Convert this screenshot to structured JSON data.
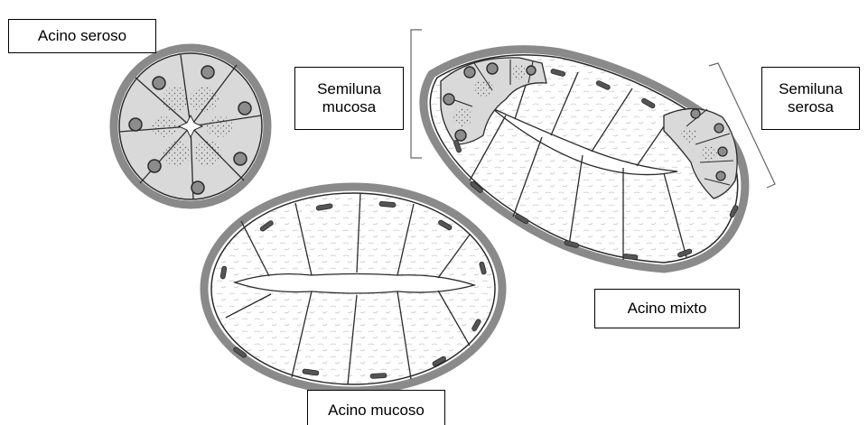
{
  "labels": {
    "acino_seroso": "Acino seroso",
    "semiluna_mucosa": [
      "Semiluna",
      "mucosa"
    ],
    "semiluna_serosa": [
      "Semiluna",
      "serosa"
    ],
    "acino_mixto": "Acino mixto",
    "acino_mucoso": "Acino mucoso"
  },
  "colors": {
    "outline": "#2a2a2a",
    "capsule": "#8a8a8a",
    "serous_fill": "#d9d9d9",
    "nucleus": "#8c8c8c",
    "mucous_fill": "#ffffff"
  }
}
